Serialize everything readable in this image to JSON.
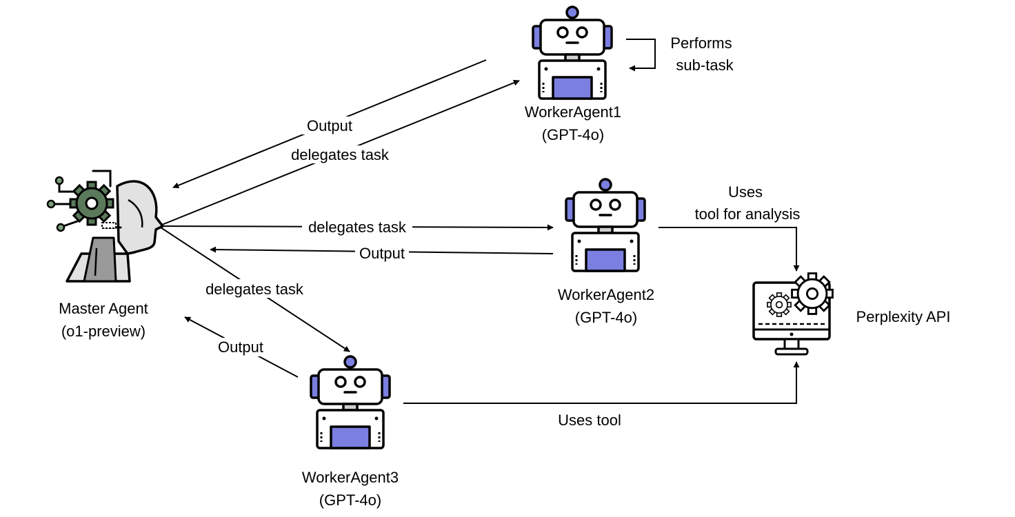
{
  "colors": {
    "robot_accent": "#7b7fe0",
    "robot_body": "#ffffff",
    "robot_neck": "#cfcfcf",
    "gear_fill": "#5b7a5b",
    "head_fill": "#e2e2e2",
    "ink": "#000000"
  },
  "nodes": {
    "master": {
      "name": "Master Agent",
      "model": "(o1-preview)",
      "icon": "ai-head-gear-icon"
    },
    "worker1": {
      "name": "WorkerAgent1",
      "model": "(GPT-4o)",
      "icon": "robot-icon"
    },
    "worker2": {
      "name": "WorkerAgent2",
      "model": "(GPT-4o)",
      "icon": "robot-icon"
    },
    "worker3": {
      "name": "WorkerAgent3",
      "model": "(GPT-4o)",
      "icon": "robot-icon"
    },
    "api": {
      "name": "Perplexity API",
      "icon": "monitor-gears-icon"
    }
  },
  "edges": {
    "w1_output": "Output",
    "w1_delegates": "delegates task",
    "w1_self_line1": "Performs",
    "w1_self_line2": "sub-task",
    "w2_delegates": "delegates task",
    "w2_output": "Output",
    "w2_uses_line1": "Uses",
    "w2_uses_line2": "tool for analysis",
    "w3_delegates": "delegates task",
    "w3_output": "Output",
    "w3_uses": "Uses tool"
  }
}
